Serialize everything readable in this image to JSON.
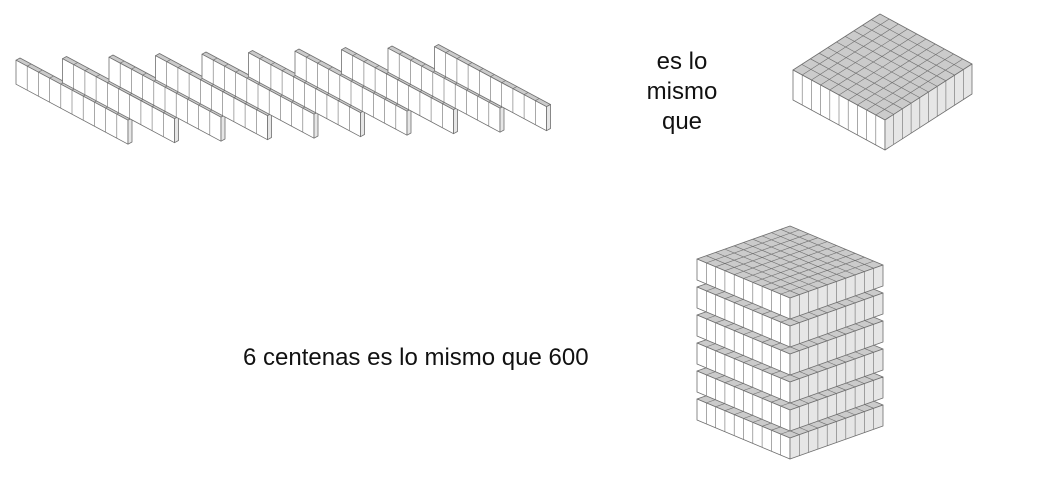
{
  "top_caption": {
    "line1": "es lo",
    "line2": "mismo",
    "line3": "que"
  },
  "bottom_caption": "6 centenas es lo mismo que 600",
  "figures": {
    "ten_rods": {
      "count": 10,
      "cubes_per_rod": 10,
      "icon": "ten-rod-icon"
    },
    "hundred_flat": {
      "grid": 10,
      "icon": "hundred-flat-icon"
    },
    "flat_stack": {
      "flats": 6,
      "grid": 10,
      "icon": "flat-stack-icon"
    }
  },
  "colors": {
    "top_face": "#cbcbcb",
    "front_face": "#ffffff",
    "side_face": "#e6e6e6",
    "edge": "#6f6f6f"
  }
}
